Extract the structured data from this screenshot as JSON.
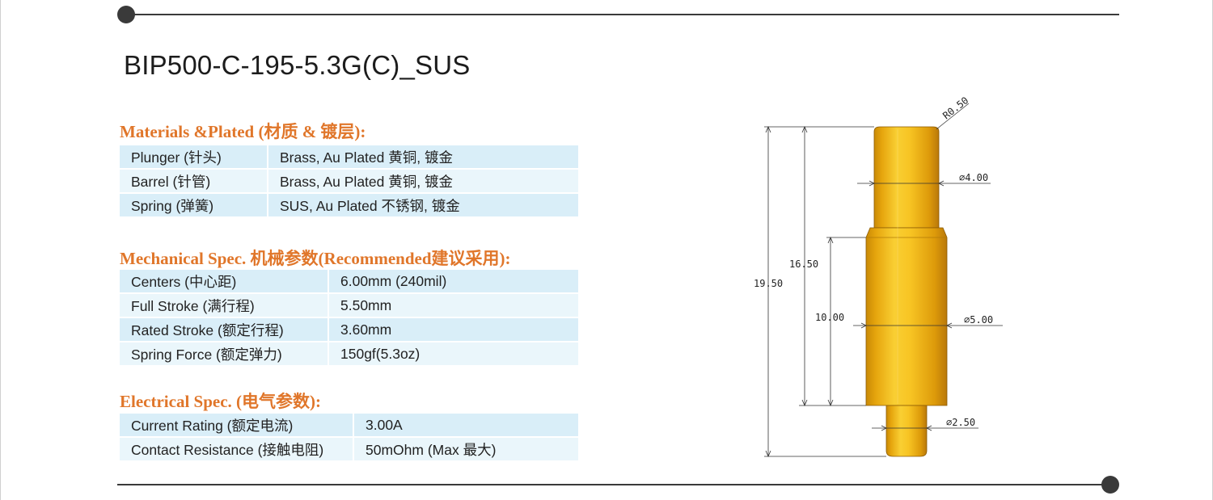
{
  "title": "BIP500-C-195-5.3G(C)_SUS",
  "materials": {
    "heading": "Materials &Plated (材质 & 镀层):",
    "rows": [
      {
        "key": "Plunger (针头)",
        "value": "Brass, Au Plated 黄铜, 镀金"
      },
      {
        "key": "Barrel (针管)",
        "value": "Brass, Au Plated 黄铜, 镀金"
      },
      {
        "key": "Spring (弹簧)",
        "value": "SUS, Au Plated 不锈钢, 镀金"
      }
    ]
  },
  "mechanical": {
    "heading": "Mechanical Spec. 机械参数(Recommended建议采用):",
    "rows": [
      {
        "key": "Centers (中心距)",
        "value": "6.00mm (240mil)"
      },
      {
        "key": "Full Stroke (满行程)",
        "value": "5.50mm"
      },
      {
        "key": "Rated Stroke (额定行程)",
        "value": "3.60mm"
      },
      {
        "key": "Spring Force (额定弹力)",
        "value": "150gf(5.3oz)"
      }
    ]
  },
  "electrical": {
    "heading": "Electrical Spec. (电气参数):",
    "rows": [
      {
        "key": "Current Rating (额定电流)",
        "value": "3.00A"
      },
      {
        "key": "Contact Resistance (接触电阻)",
        "value": "50mOhm (Max 最大)"
      }
    ]
  },
  "drawing": {
    "radius_label": "R0.50",
    "dia_top": "∅4.00",
    "dia_mid": "∅5.00",
    "dia_bottom": "∅2.50",
    "len_total": "19.50",
    "len_upper": "16.50",
    "len_barrel": "10.00"
  },
  "colors": {
    "accent": "#e0762a",
    "row_light": "#eaf6fb",
    "row_dark": "#d9eef8",
    "gold": "#f2b511",
    "rule": "#3a3a3a"
  }
}
